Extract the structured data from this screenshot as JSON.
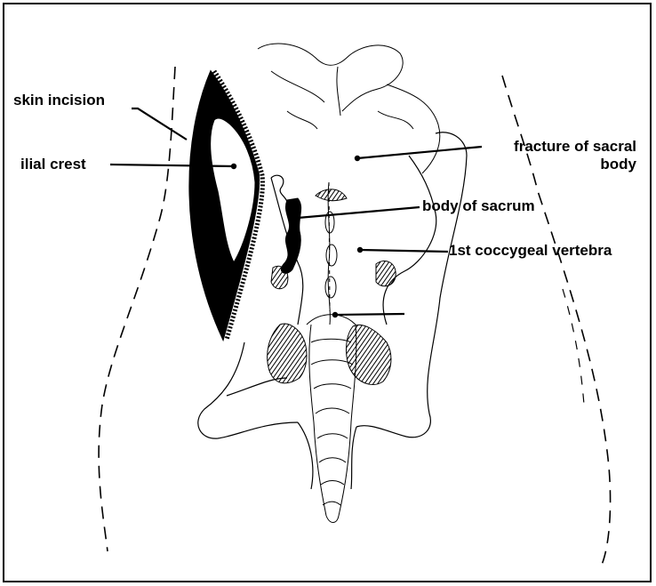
{
  "labels": {
    "skin_incision": "skin incision",
    "ilial_crest": "ilial crest",
    "fracture_line1": "fracture of sacral",
    "fracture_line2": "body",
    "body_of_sacrum": "body of sacrum",
    "coccygeal": "1st coccygeal vertebra"
  },
  "colors": {
    "ink": "#000000",
    "paper": "#ffffff"
  }
}
